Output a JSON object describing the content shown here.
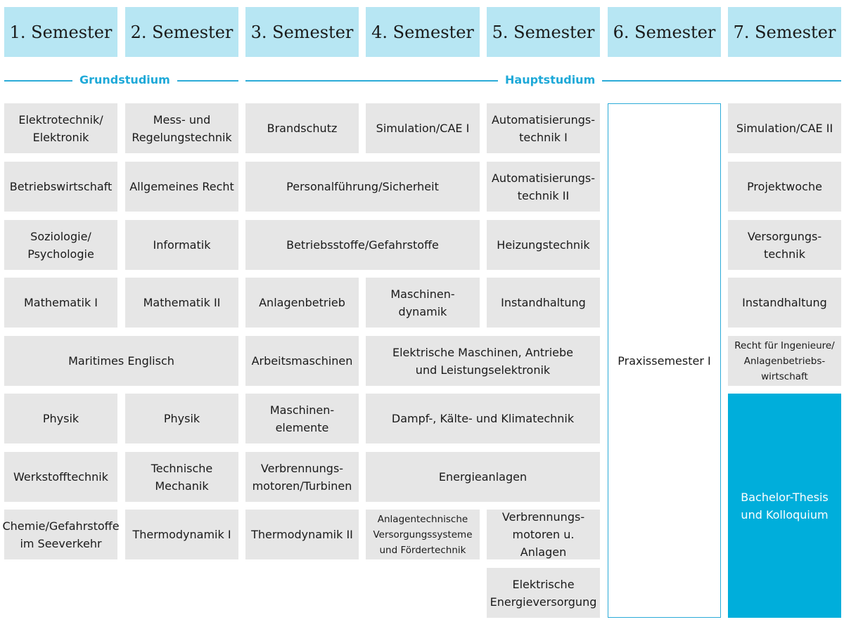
{
  "semesters": [
    "1. Semester",
    "2. Semester",
    "3. Semester",
    "4. Semester",
    "5. Semester",
    "6. Semester",
    "7. Semester"
  ],
  "phases": {
    "grund": "Grundstudium",
    "haupt": "Hauptstudium"
  },
  "modules": {
    "s1": [
      "Elektrotechnik/\nElektronik",
      "Betriebswirtschaft",
      "Soziologie/\nPsychologie",
      "Mathematik I",
      "Maritimes Englisch",
      "Physik",
      "Werkstofftechnik",
      "Chemie/Gefahrstoffe\nim Seeverkehr"
    ],
    "s2": [
      "Mess- und\nRegelungstechnik",
      "Allgemeines Recht",
      "Informatik",
      "Mathematik II",
      "Physik",
      "Technische\nMechanik",
      "Thermodynamik I"
    ],
    "s3": [
      "Brandschutz",
      "Personalführung/Sicherheit",
      "Betriebsstoffe/Gefahrstoffe",
      "Anlagenbetrieb",
      "Arbeitsmaschinen",
      "Maschinen-\nelemente",
      "Verbrennungs-\nmotoren/Turbinen",
      "Thermodynamik II"
    ],
    "s4": [
      "Simulation/CAE I",
      "Maschinen-\ndynamik",
      "Elektrische Maschinen, Antriebe\nund Leistungselektronik",
      "Dampf-, Kälte- und Klimatechnik",
      "Energieanlagen",
      "Anlagentechnische\nVersorgungssysteme\nund Fördertechnik"
    ],
    "s5": [
      "Automatisierungs-\ntechnik I",
      "Automatisierungs-\ntechnik II",
      "Heizungstechnik",
      "Instandhaltung",
      "Verbrennungs-\nmotoren u. Anlagen",
      "Elektrische\nEnergieversorgung"
    ],
    "s6": [
      "Praxissemester I"
    ],
    "s7": [
      "Simulation/CAE II",
      "Projektwoche",
      "Versorgungs-\ntechnik",
      "Instandhaltung",
      "Recht für Ingenieure/\nAnlagenbetriebs-\nwirtschaft",
      "Bachelor-Thesis\nund Kolloquium"
    ]
  },
  "colors": {
    "header": "#b7e6f3",
    "module": "#e6e6e6",
    "accent": "#00aedb",
    "line": "#2cabd8"
  }
}
